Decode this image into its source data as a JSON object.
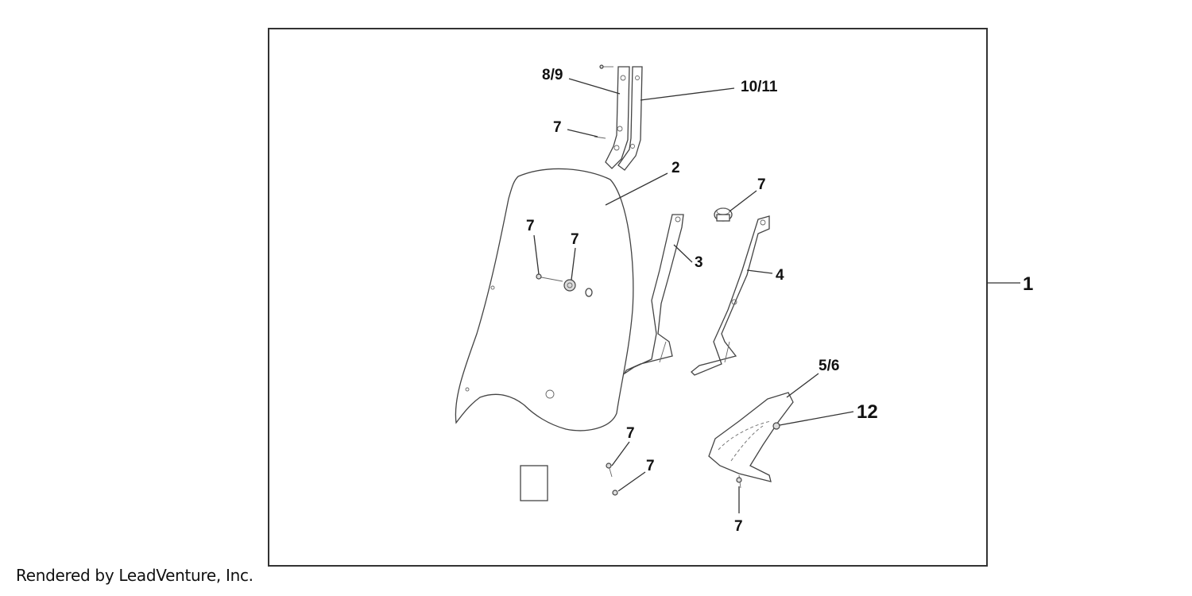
{
  "diagram": {
    "callouts": [
      {
        "id": "c-1",
        "label": "1"
      },
      {
        "id": "c-2",
        "label": "2"
      },
      {
        "id": "c-3",
        "label": "3"
      },
      {
        "id": "c-4",
        "label": "4"
      },
      {
        "id": "c-5-6",
        "label": "5/6"
      },
      {
        "id": "c-7-a",
        "label": "7"
      },
      {
        "id": "c-7-b",
        "label": "7"
      },
      {
        "id": "c-7-c",
        "label": "7"
      },
      {
        "id": "c-7-d",
        "label": "7"
      },
      {
        "id": "c-7-e",
        "label": "7"
      },
      {
        "id": "c-7-f",
        "label": "7"
      },
      {
        "id": "c-7-g",
        "label": "7"
      },
      {
        "id": "c-8-9",
        "label": "8/9"
      },
      {
        "id": "c-10-11",
        "label": "10/11"
      },
      {
        "id": "c-12",
        "label": "12"
      }
    ]
  },
  "footer": {
    "credit": "Rendered by LeadVenture, Inc."
  }
}
